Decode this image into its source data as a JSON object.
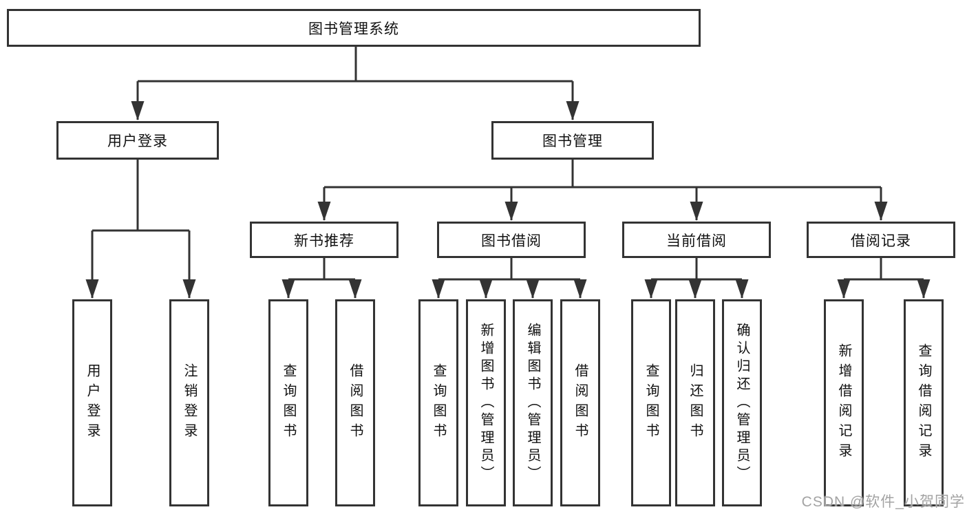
{
  "tree": {
    "label": "图书管理系统",
    "children": [
      {
        "label": "用户登录",
        "children": [
          {
            "label": "用户登录"
          },
          {
            "label": "注销登录"
          }
        ]
      },
      {
        "label": "图书管理",
        "children": [
          {
            "label": "新书推荐",
            "children": [
              {
                "label": "查询图书"
              },
              {
                "label": "借阅图书"
              }
            ]
          },
          {
            "label": "图书借阅",
            "children": [
              {
                "label": "查询图书"
              },
              {
                "label": "新增图书（管理员）"
              },
              {
                "label": "编辑图书（管理员）"
              },
              {
                "label": "借阅图书"
              }
            ]
          },
          {
            "label": "当前借阅",
            "children": [
              {
                "label": "查询图书"
              },
              {
                "label": "归还图书"
              },
              {
                "label": "确认归还（管理员）"
              }
            ]
          },
          {
            "label": "借阅记录",
            "children": [
              {
                "label": "新增借阅记录"
              },
              {
                "label": "查询借阅记录"
              }
            ]
          }
        ]
      }
    ]
  },
  "watermark": {
    "text": "CSDN @软件_小贺同学"
  },
  "colors": {
    "line": "#333333",
    "text": "#111111",
    "watermark": "#a3a3a3",
    "background": "#ffffff"
  }
}
